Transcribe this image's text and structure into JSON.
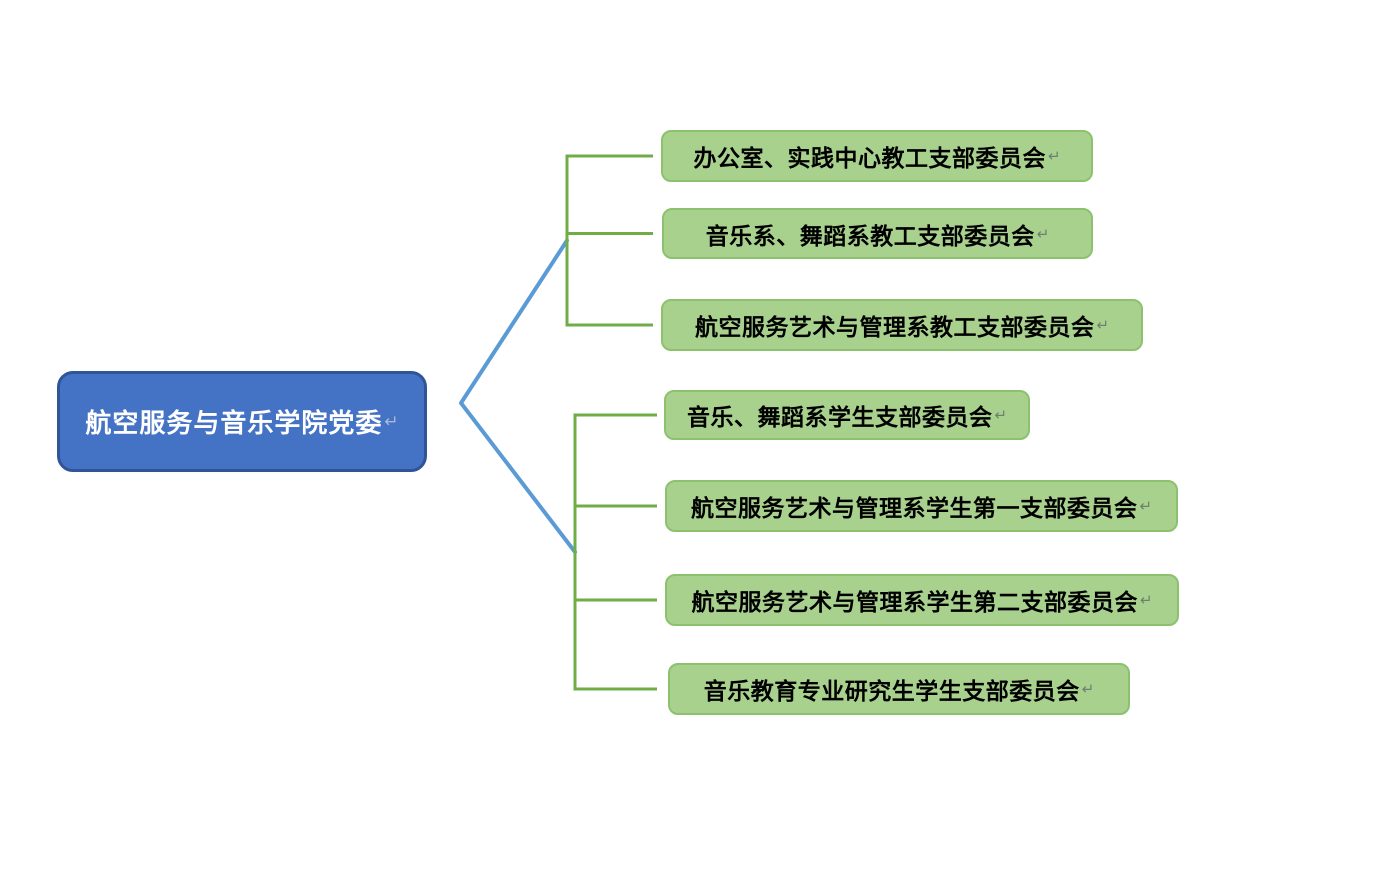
{
  "diagram": {
    "root": {
      "label": "航空服务与音乐学院党委"
    },
    "faculty_group": {
      "items": [
        {
          "label": "办公室、实践中心教工支部委员会"
        },
        {
          "label": "音乐系、舞蹈系教工支部委员会"
        },
        {
          "label": "航空服务艺术与管理系教工支部委员会"
        }
      ]
    },
    "student_group": {
      "items": [
        {
          "label": "音乐、舞蹈系学生支部委员会"
        },
        {
          "label": "航空服务艺术与管理系学生第一支部委员会"
        },
        {
          "label": "航空服务艺术与管理系学生第二支部委员会"
        },
        {
          "label": "音乐教育专业研究生学生支部委员会"
        }
      ]
    },
    "paragraph_mark": "↵",
    "colors": {
      "root_fill": "#4472C4",
      "root_border": "#2F5597",
      "root_text": "#FFFFFF",
      "branch_fill": "#A9D18E",
      "branch_border": "#8CC26E",
      "branch_text": "#000000",
      "root_connector_blue": "#5B9BD5",
      "bracket_connector_green": "#70AD47"
    }
  }
}
